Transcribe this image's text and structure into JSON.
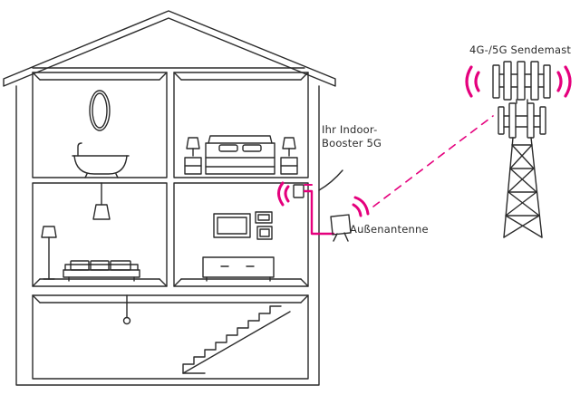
{
  "labels": {
    "tower": "4G-/5G Sendemast",
    "booster_line1": "Ihr Indoor-",
    "booster_line2": "Booster 5G",
    "antenna": "Außenantenne"
  },
  "colors": {
    "line": "#2b2b2b",
    "accent": "#e5007d"
  },
  "icons": [
    "house",
    "bathtub",
    "mirror",
    "bed",
    "nightstand-lamp",
    "sofa",
    "floor-lamp",
    "pendant-lamp",
    "tv",
    "picture-frame",
    "sideboard",
    "staircase",
    "indoor-booster",
    "outdoor-antenna",
    "cell-tower",
    "signal-waves"
  ]
}
